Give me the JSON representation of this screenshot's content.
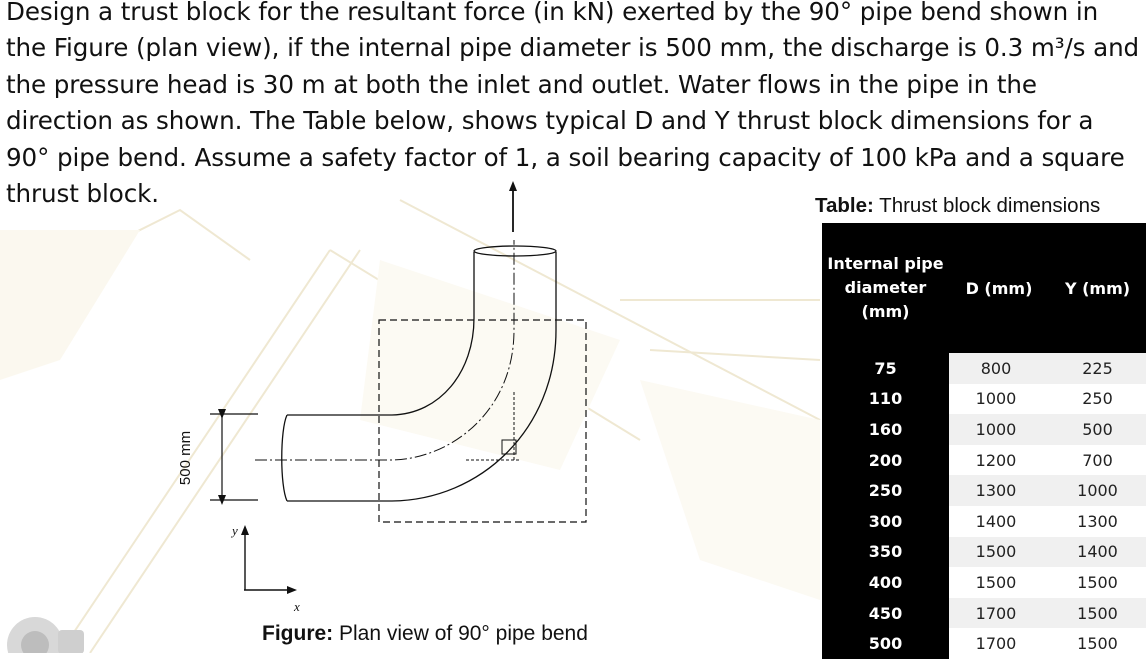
{
  "problem": {
    "text": "Design a trust block for the resultant force (in kN) exerted by the 90° pipe bend shown in the Figure (plan view), if the internal pipe diameter is 500 mm, the discharge is 0.3 m³/s and the pressure head is 30 m at both the inlet and outlet.  Water flows in the pipe in the direction as shown. The Table below, shows typical D and Y thrust block dimensions for a 90° pipe bend.  Assume a safety factor of 1, a soil bearing capacity of 100 kPa and a square thrust block."
  },
  "table_caption": {
    "label": "Table:",
    "text": " Thrust block dimensions"
  },
  "table": {
    "headers": [
      "Internal pipe diameter (mm)",
      "D (mm)",
      "Y (mm)"
    ],
    "rows": [
      [
        "75",
        "800",
        "225"
      ],
      [
        "110",
        "1000",
        "250"
      ],
      [
        "160",
        "1000",
        "500"
      ],
      [
        "200",
        "1200",
        "700"
      ],
      [
        "250",
        "1300",
        "1000"
      ],
      [
        "300",
        "1400",
        "1300"
      ],
      [
        "350",
        "1500",
        "1400"
      ],
      [
        "400",
        "1500",
        "1500"
      ],
      [
        "450",
        "1700",
        "1500"
      ],
      [
        "500",
        "1700",
        "1500"
      ]
    ]
  },
  "figure": {
    "dimension_label": "500 mm",
    "y_axis_label": "y",
    "x_axis_label": "x"
  },
  "figure_caption": {
    "label": "Figure:",
    "text": " Plan view of 90° pipe bend"
  },
  "colors": {
    "text": "#111111",
    "table_header_bg": "#000000",
    "table_header_text": "#ffffff",
    "row_shade": "#f0f0f0",
    "bg_decoration": "#f7f3e6"
  }
}
